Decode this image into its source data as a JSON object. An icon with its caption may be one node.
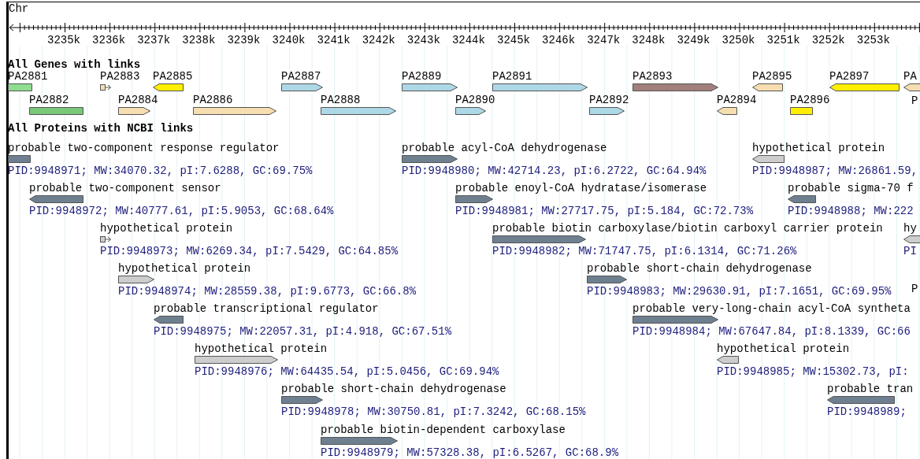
{
  "diagram": {
    "nodes": [
      {
        "text": [
          "PA2881"
        ]
      },
      {
        "text": [
          "PA2883"
        ]
      },
      {
        "text": [
          "PA2885"
        ]
      },
      {
        "text": [
          "PA2887"
        ]
      },
      {
        "text": [
          "PA2889"
        ]
      },
      {
        "text": [
          "PA2891"
        ]
      },
      {
        "text": [
          "PA2893"
        ]
      },
      {
        "text": [
          "PA2895"
        ]
      },
      {
        "text": [
          "PA2897"
        ]
      },
      {
        "text": [
          "PA"
        ]
      },
      {
        "text": [
          "PA2882"
        ]
      },
      {
        "text": [
          "PA2884"
        ]
      },
      {
        "text": [
          "PA2886"
        ]
      },
      {
        "text": [
          "PA2888"
        ]
      },
      {
        "text": [
          "PA2890"
        ]
      },
      {
        "text": [
          "PA2892"
        ]
      },
      {
        "text": [
          "PA2894"
        ]
      },
      {
        "text": [
          "PA2896"
        ]
      },
      {
        "text": [
          "probable two-component response regulator",
          "PID:9948971; MW:34070.32, pI:7.6288, GC:69.75%"
        ]
      },
      {
        "text": [
          "probable two-component sensor",
          "PID:9948972; MW:40777.61, pI:5.9053, GC:68.64%"
        ]
      },
      {
        "text": [
          "hypothetical protein",
          "PID:9948973; MW:6269.34, pI:7.5429, GC:64.85%"
        ]
      },
      {
        "text": [
          "hypothetical protein",
          "PID:9948974; MW:28559.38, pI:9.6773, GC:66.8%"
        ]
      },
      {
        "text": [
          "probable transcriptional regulator",
          "PID:9948975; MW:22057.31, pI:4.918, GC:67.51%"
        ]
      },
      {
        "text": [
          "hypothetical protein",
          "PID:9948976; MW:64435.54, pI:5.0456, GC:69.94%"
        ]
      },
      {
        "text": [
          "probable short-chain dehydrogenase",
          "PID:9948978; MW:30750.81, pI:7.3242, GC:68.15%"
        ]
      },
      {
        "text": [
          "probable biotin-dependent carboxylase",
          "PID:9948979; MW:57328.38, pI:6.5267, GC:68.9%"
        ]
      },
      {
        "text": [
          "probable acyl-CoA dehydrogenase",
          "PID:9948980; MW:42714.23, pI:6.2722, GC:64.94%"
        ]
      },
      {
        "text": [
          "probable enoyl-CoA hydratase/isomerase",
          "PID:9948981; MW:27717.75, pI:5.184, GC:72.73%"
        ]
      },
      {
        "text": [
          "probable biotin carboxylase/biotin carboxyl carrier protein",
          "PID:9948982; MW:71747.75, pI:6.1314, GC:71.26%"
        ]
      },
      {
        "text": [
          "probable short-chain dehydrogenase",
          "PID:9948983; MW:29630.91, pI:7.1651, GC:69.95%"
        ]
      },
      {
        "text": [
          "probable very-long-chain acyl-CoA syntheta",
          "PID:9948984; MW:67647.84, pI:8.1339, GC:66"
        ]
      },
      {
        "text": [
          "hypothetical protein",
          "PID:9948985; MW:15302.73, pI:"
        ]
      },
      {
        "text": [
          "probable tran",
          "PID:9948989;"
        ]
      },
      {
        "text": [
          "hypothetical protein",
          "PID:9948987; MW:26861.59,"
        ]
      },
      {
        "text": [
          "probable sigma-70 f",
          "PID:9948988; MW:222"
        ]
      },
      {
        "text": [
          "hy",
          "PI"
        ]
      }
    ],
    "labels": [
      "Chr",
      "3235k",
      "3236k",
      "3237k",
      "3238k",
      "3239k",
      "3240k",
      "3241k",
      "3242k",
      "3243k",
      "3244k",
      "3245k",
      "3246k",
      "3247k",
      "3248k",
      "3249k",
      "3250k",
      "3251k",
      "3252k",
      "3253k",
      "All Genes with links",
      "P",
      "All Proteins with NCBI links",
      "P"
    ]
  }
}
